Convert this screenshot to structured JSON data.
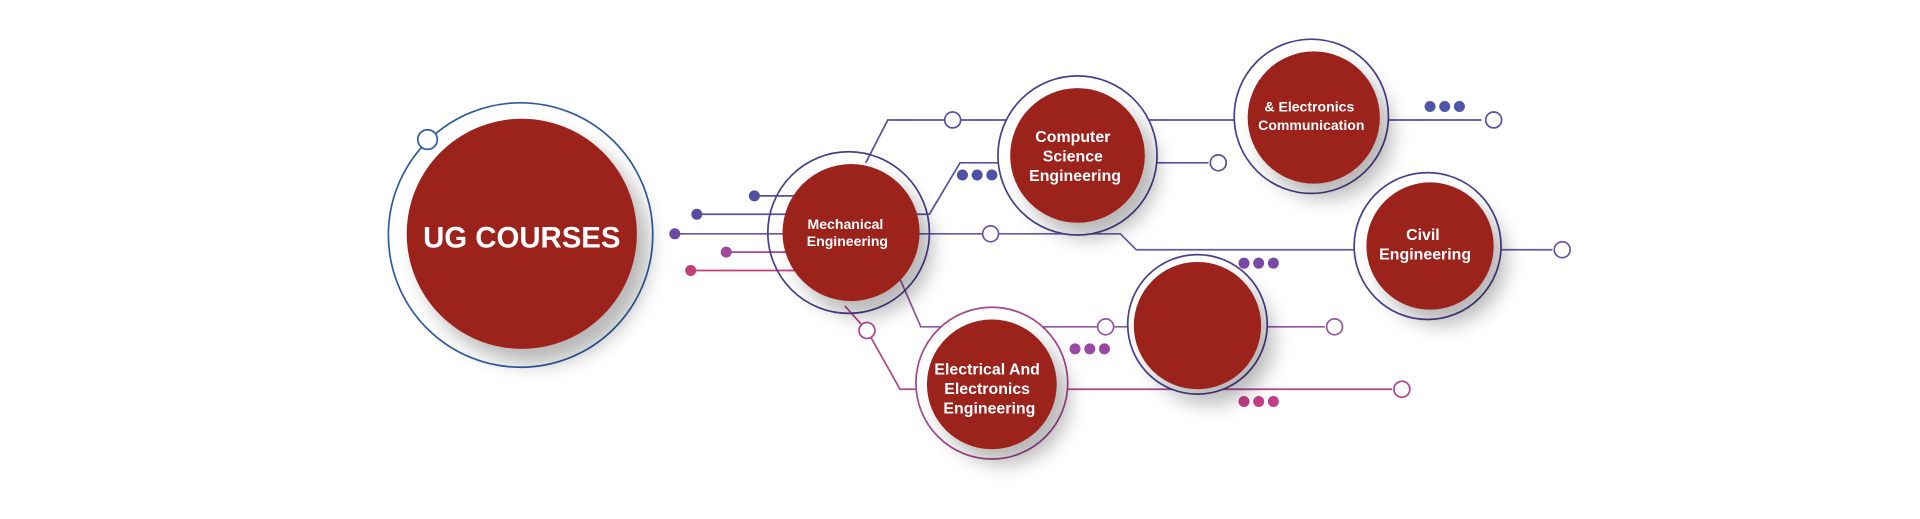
{
  "title": "UG COURSES",
  "courses": [
    {
      "id": "mechanical",
      "lines": [
        "Mechanical",
        "Engineering"
      ]
    },
    {
      "id": "computer-science",
      "lines": [
        "Computer",
        "Science",
        "Engineering"
      ]
    },
    {
      "id": "electronics-communication",
      "lines": [
        "& Electronics",
        "Communication"
      ]
    },
    {
      "id": "civil",
      "lines": [
        "Civil",
        "Engineering"
      ]
    },
    {
      "id": "blank",
      "lines": []
    },
    {
      "id": "electrical",
      "lines": [
        "Electrical And",
        "Electronics",
        "Engineering"
      ]
    }
  ],
  "colors": {
    "circle_red": "#9c211c",
    "ring_blue": "#2f5c9e",
    "ring_purple": "#4a3f8c",
    "line_purple": "#5b4f9e",
    "line_magenta": "#a4468f",
    "line_pink": "#c43d78",
    "dot_blue": "#4f4fa6"
  }
}
